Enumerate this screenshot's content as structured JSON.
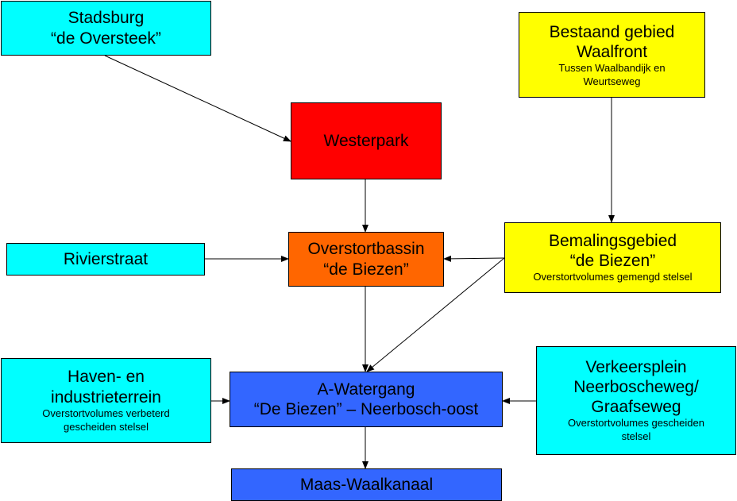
{
  "colors": {
    "cyan": "#00ffff",
    "red": "#ff0000",
    "yellow": "#ffff00",
    "orange": "#ff6600",
    "blue": "#3366ff",
    "line": "#000000"
  },
  "nodes": {
    "stadsburg": {
      "line1": "Stadsburg",
      "line2": "“de Oversteek”"
    },
    "westerpark": {
      "line1": "Westerpark"
    },
    "bestaand": {
      "line1": "Bestaand gebied",
      "line2": "Waalfront",
      "sub1": "Tussen Waalbandijk en",
      "sub2": "Weurtseweg"
    },
    "rivierstraat": {
      "line1": "Rivierstraat"
    },
    "overstort": {
      "line1": "Overstortbassin",
      "line2": "“de Biezen”"
    },
    "bemaling": {
      "line1": "Bemalingsgebied",
      "line2": "“de Biezen”",
      "sub1": "Overstortvolumes gemengd stelsel"
    },
    "haven": {
      "line1": "Haven- en",
      "line2": "industrieterrein",
      "sub1": "Overstortvolumes verbeterd",
      "sub2": "gescheiden stelsel"
    },
    "awater": {
      "line1": "A-Watergang",
      "line2": "“De Biezen” – Neerbosch-oost"
    },
    "verkeer": {
      "line1": "Verkeersplein",
      "line2": "Neerboscheweg/",
      "line3": "Graafseweg",
      "sub1": "Overstortvolumes gescheiden",
      "sub2": "stelsel"
    },
    "maas": {
      "line1": "Maas-Waalkanaal"
    }
  }
}
